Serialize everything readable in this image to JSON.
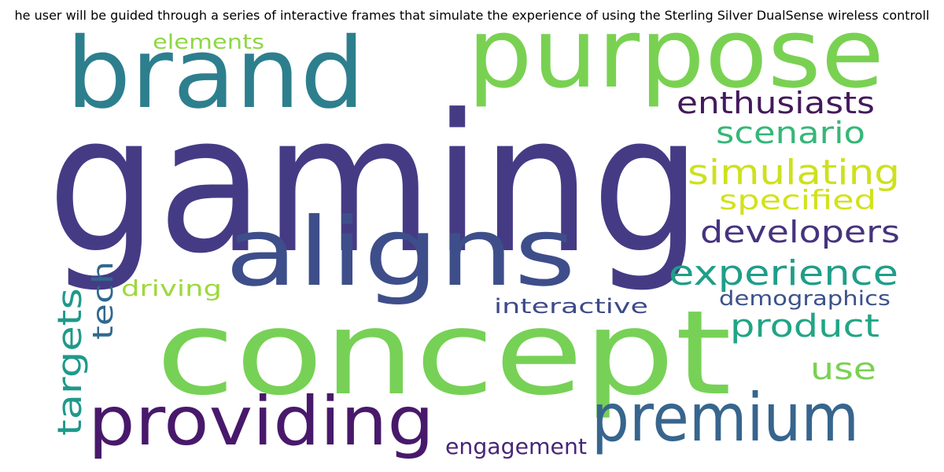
{
  "title": "he user will be guided through a series of interactive frames that simulate the experience of using the Sterling Silver DualSense wireless controll",
  "words": [
    {
      "id": "gaming",
      "text": "gaming",
      "color": "#453b85"
    },
    {
      "id": "concept",
      "text": "concept",
      "color": "#77d156"
    },
    {
      "id": "purpose",
      "text": "purpose",
      "color": "#79d152"
    },
    {
      "id": "brand",
      "text": "brand",
      "color": "#2d7f8e"
    },
    {
      "id": "aligns",
      "text": "aligns",
      "color": "#3e4e8a"
    },
    {
      "id": "providing",
      "text": "providing",
      "color": "#48196b"
    },
    {
      "id": "premium",
      "text": "premium",
      "color": "#37658d"
    },
    {
      "id": "enthusiasts",
      "text": "enthusiasts",
      "color": "#44195d"
    },
    {
      "id": "scenario",
      "text": "scenario",
      "color": "#35b779"
    },
    {
      "id": "simulating",
      "text": "simulating",
      "color": "#cde11d"
    },
    {
      "id": "specified",
      "text": "specified",
      "color": "#d2e21b"
    },
    {
      "id": "developers",
      "text": "developers",
      "color": "#46337e"
    },
    {
      "id": "experience",
      "text": "experience",
      "color": "#1f9e89"
    },
    {
      "id": "demographics",
      "text": "demographics",
      "color": "#3b528b"
    },
    {
      "id": "product",
      "text": "product",
      "color": "#21a585"
    },
    {
      "id": "use",
      "text": "use",
      "color": "#7ad151"
    },
    {
      "id": "interactive",
      "text": "interactive",
      "color": "#3e4a89"
    },
    {
      "id": "elements",
      "text": "elements",
      "color": "#8fd744"
    },
    {
      "id": "driving",
      "text": "driving",
      "color": "#9dd93b"
    },
    {
      "id": "targets",
      "text": "targets",
      "color": "#1f998a"
    },
    {
      "id": "tech",
      "text": "tech",
      "color": "#31688e"
    },
    {
      "id": "engagement",
      "text": "engagement",
      "color": "#482677"
    }
  ]
}
